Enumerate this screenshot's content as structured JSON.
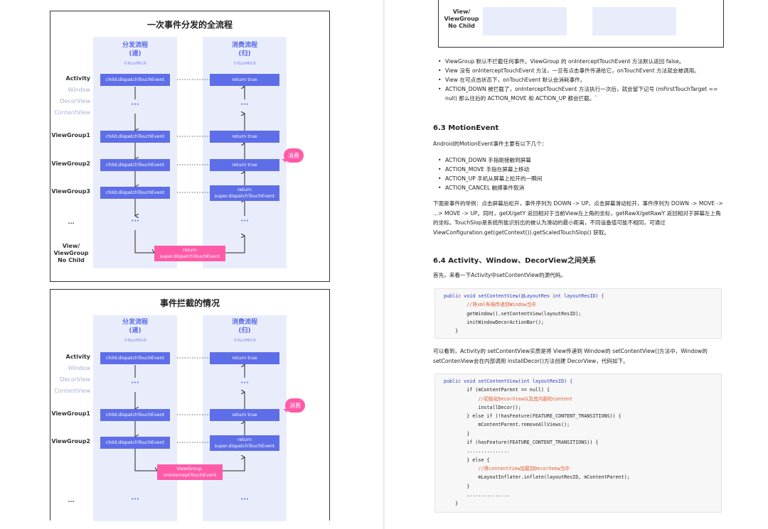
{
  "diagram1": {
    "title": "一次事件分发的全流程",
    "dispatch_head": "分发流程",
    "dispatch_head2": "(递)",
    "consume_head": "消费流程",
    "consume_head2": "(归)",
    "credit": "©KunMinX",
    "rows": [
      "Activity",
      "Window",
      "DecorView",
      "ContentView",
      "ViewGroup1",
      "ViewGroup2",
      "ViewGroup3",
      "...",
      "View/",
      "ViewGroup",
      "No Child"
    ],
    "node_dispatch": "child.dispatchTouchEvent",
    "node_return_true": "return true",
    "node_return_super_1": "return",
    "node_return_super_2": "super.dispatchTouchEvent",
    "dots": "···",
    "badge": "消费"
  },
  "diagram2": {
    "title": "事件拦截的情况",
    "dispatch_head": "分发流程",
    "dispatch_head2": "(递)",
    "consume_head": "消费流程",
    "consume_head2": "(归)",
    "credit": "©KunMinX",
    "rows": [
      "Activity",
      "Window",
      "DecorView",
      "ContentView",
      "ViewGroup1",
      "ViewGroup2",
      "..."
    ],
    "node_dispatch": "child.dispatchTouchEvent",
    "node_return_true": "return true",
    "node_return_super_1": "return",
    "node_return_super_2": "super.dispatchTouchEvent",
    "intercept_1": "ViewGroup.",
    "intercept_2": "onInterceptTouchEvent",
    "dots": "···",
    "badge": "消费"
  },
  "right": {
    "top_box": [
      "View/",
      "ViewGroup",
      "No Child"
    ],
    "bullets1": [
      "ViewGroup 默认不拦截任何事件。ViewGroup 的 onInterceptTouchEvent 方法默认返回 false。",
      "View 没有 onInterceptTouchEvent 方法，一旦有点击事件传递给它，onTouchEvent 方法就会被调用。",
      "View 在可点击状态下，onTouchEvent 默认会消耗事件。",
      "ACTION_DOWN 被拦截了，onInterceptTouchEvent 方法执行一次后，就会留下记号 (mFirstTouchTarget == null) 那么往后的 ACTION_MOVE 和 ACTION_UP 都会拦截。`"
    ],
    "sec63": "6.3 MotionEvent",
    "p63": "Android的MotionEvent事件主要有以下几个：",
    "bullets2": [
      "ACTION_DOWN 手指刚接触到屏幕",
      "ACTION_MOVE 手指在屏幕上移动",
      "ACTION_UP 手机从屏幕上松开的一瞬间",
      "ACTION_CANCEL 触摸事件取消"
    ],
    "p63b": "下面是事件的举例：点击屏幕后松开，事件序列为 DOWN -> UP，点击屏幕滑动松开，事件序列为 DOWN -> MOVE -> ...> MOVE -> UP。同时，getX/getY 返回相对于当前View左上角的坐标，getRawX/getRawY 返回相对于屏幕左上角的坐标。TouchSlop是系统所能识别出的被认为滑动的最小距离，不同设备值可能不相同，可通过ViewConfiguration.get(getContext()).getScaledTouchSlop() 获取。",
    "sec64": "6.4 Activity、Window、DecorView之间关系",
    "p64": "首先，来看一下Activity中setContentView的源代码。",
    "p64b": "可以看到，Activity的 setContentView实质是将 View传递到 Window的 setContentView()方法中，Window的 setContenView会在内部调用 installDecor()方法创建 DecorView，代码如下。",
    "code1": [
      "public void setContentView(@LayoutRes int layoutResID) {",
      "        //将xml布局传递到Window当中",
      "        getWindow().setContentView(layoutResID);",
      "        initWindowDecorActionBar();",
      "    }"
    ],
    "code2": [
      "public void setContentView(int layoutResID) {",
      "        if (mContentParent == null) {",
      "            //初始化DecorView以及其内部的content",
      "            installDecor();",
      "        } else if (!hasFeature(FEATURE_CONTENT_TRANSITIONS)) {",
      "            mContentParent.removeAllViews();",
      "        }",
      "        if (hasFeature(FEATURE_CONTENT_TRANSITIONS)) {",
      "        ...............",
      "        } else {",
      "            //将contentView加载到DecorVoew当中",
      "            mLayoutInflater.inflate(layoutResID, mContentParent);",
      "        }",
      "        ...............",
      "    }"
    ]
  },
  "colors": {
    "node": "#5e6ee8",
    "accent": "#ff5aa8",
    "column_bg": "#e9edfb"
  }
}
